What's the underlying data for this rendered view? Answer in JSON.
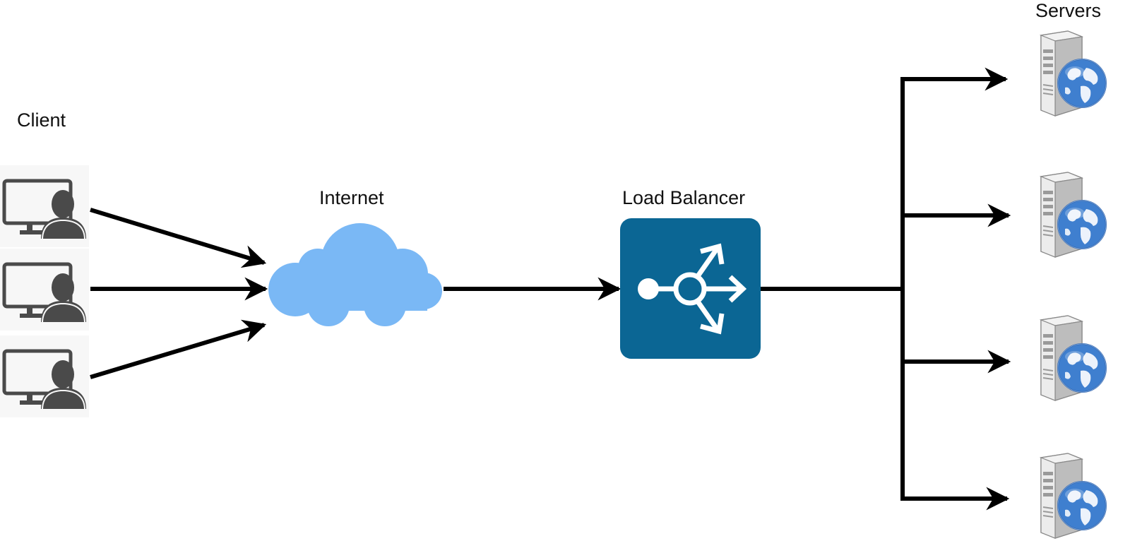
{
  "labels": {
    "client": "Client",
    "internet": "Internet",
    "load_balancer": "Load Balancer",
    "servers": "Servers"
  },
  "nodes": {
    "clients": [
      {
        "id": "client-1",
        "icon": "user-workstation-icon"
      },
      {
        "id": "client-2",
        "icon": "user-workstation-icon"
      },
      {
        "id": "client-3",
        "icon": "user-workstation-icon"
      }
    ],
    "internet": {
      "icon": "cloud-icon"
    },
    "load_balancer": {
      "icon": "load-balancer-icon"
    },
    "servers": [
      {
        "id": "server-1",
        "icon": "web-server-icon"
      },
      {
        "id": "server-2",
        "icon": "web-server-icon"
      },
      {
        "id": "server-3",
        "icon": "web-server-icon"
      },
      {
        "id": "server-4",
        "icon": "web-server-icon"
      }
    ]
  },
  "edges": [
    {
      "from": "client-1",
      "to": "internet"
    },
    {
      "from": "client-2",
      "to": "internet"
    },
    {
      "from": "client-3",
      "to": "internet"
    },
    {
      "from": "internet",
      "to": "load_balancer"
    },
    {
      "from": "load_balancer",
      "to": "server-1"
    },
    {
      "from": "load_balancer",
      "to": "server-2"
    },
    {
      "from": "load_balancer",
      "to": "server-3"
    },
    {
      "from": "load_balancer",
      "to": "server-4"
    }
  ],
  "colors": {
    "cloud": "#7ab8f5",
    "load_balancer": "#0b6694",
    "icon_dark": "#4a4a4a",
    "arrow": "#000000",
    "globe": "#3f7fcf",
    "server_body": "#e2e2e2"
  }
}
